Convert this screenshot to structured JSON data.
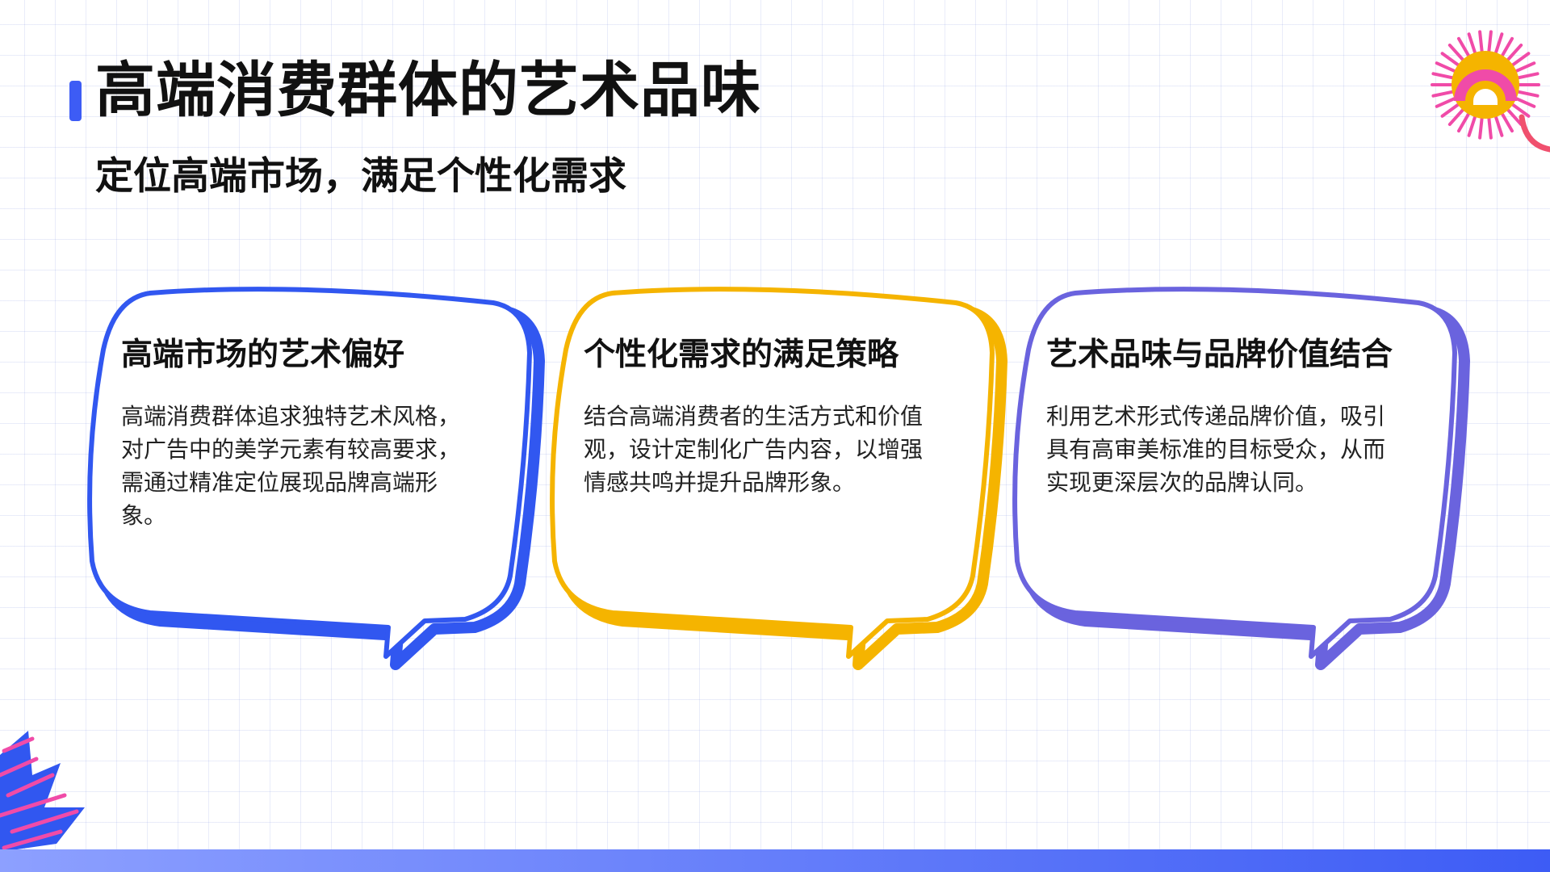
{
  "slide": {
    "title": "高端消费群体的艺术品味",
    "subtitle": "定位高端市场，满足个性化需求"
  },
  "cards": [
    {
      "title": "高端市场的艺术偏好",
      "body": "高端消费群体追求独特艺术风格，对广告中的美学元素有较高要求，需通过精准定位展现品牌高端形象。",
      "color": "#3157F0"
    },
    {
      "title": "个性化需求的满足策略",
      "body": "结合高端消费者的生活方式和价值观，设计定制化广告内容，以增强情感共鸣并提升品牌形象。",
      "color": "#F5B400"
    },
    {
      "title": "艺术品味与品牌价值结合",
      "body": "利用艺术形式传递品牌价值，吸引具有高审美标准的目标受众，从而实现更深层次的品牌认同。",
      "color": "#6A63DE"
    }
  ],
  "colors": {
    "accent": "#3D5CF5",
    "yellow": "#F5B400",
    "pink": "#F04BA8",
    "coral": "#F0506E"
  },
  "decorations": [
    "sunburst-icon",
    "leaf-pattern-icon"
  ]
}
